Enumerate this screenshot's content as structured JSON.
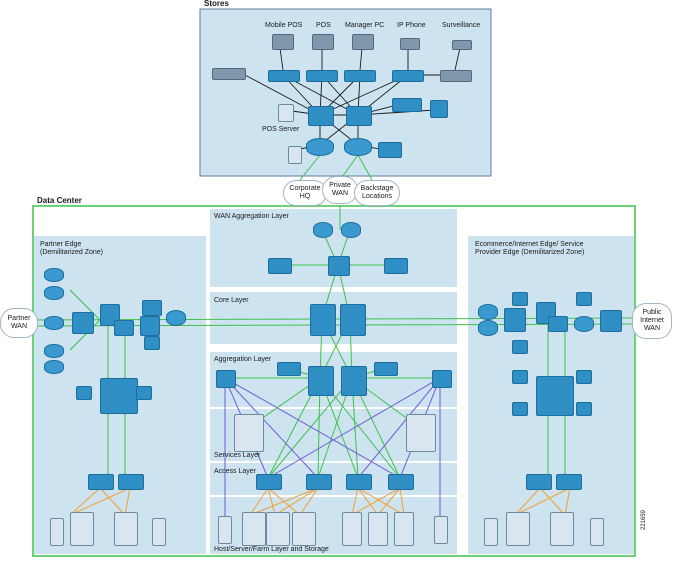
{
  "stores": {
    "title": "Stores",
    "devices": [
      "Mobile POS",
      "POS",
      "Manager PC",
      "IP Phone",
      "Surveillance"
    ],
    "pos_server": "POS Server"
  },
  "wan": {
    "corporate_hq": "Corporate HQ",
    "private_wan": "Private WAN",
    "backstage": "Backstage Locations"
  },
  "data_center": {
    "title": "Data Center",
    "partner_edge": "Partner Edge (Demilitarized Zone)",
    "partner_wan": "Partner WAN",
    "ecommerce_edge": "Ecommerce/Internet Edge/ Service Provider Edge (Demilitarized Zone)",
    "public_wan": "Public Internet WAN",
    "layers": {
      "wan_agg": "WAN Aggregation Layer",
      "core": "Core Layer",
      "aggregation": "Aggregation Layer",
      "services": "Services Layer",
      "access": "Access Layer",
      "host": "Host/Server/Farm Layer and Storage"
    },
    "figure_id": "221659"
  },
  "colors": {
    "panel": "#cde3ef",
    "green_link": "#3cc24a",
    "purple_link": "#6f5bd6",
    "orange_link": "#f0a030",
    "black_link": "#1a1a1a",
    "device_blue": "#2f8fc4"
  }
}
